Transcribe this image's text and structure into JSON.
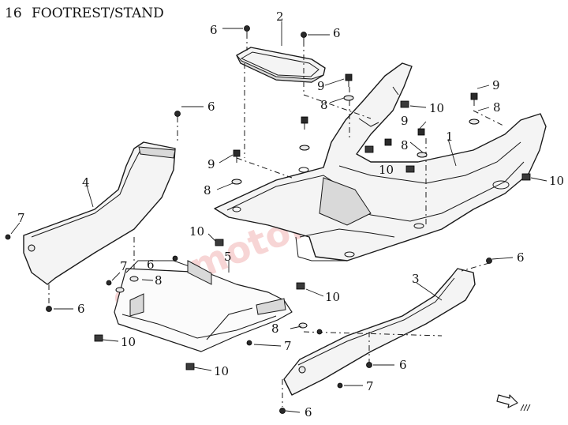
{
  "diagram": {
    "section_number": "16",
    "title": "FOOTREST/STAND",
    "watermark": "eco motor",
    "callouts": {
      "p2": "2",
      "p1": "1",
      "p3": "3",
      "p4": "4",
      "p5": "5",
      "c6a": "6",
      "c6b": "6",
      "c6c": "6",
      "c6d": "6",
      "c6e": "6",
      "c6f": "6",
      "c6g": "6",
      "c6h": "6",
      "c7a": "7",
      "c7b": "7",
      "c7c": "7",
      "c7d": "7",
      "c8a": "8",
      "c8b": "8",
      "c8c": "8",
      "c8d": "8",
      "c8e": "8",
      "c8f": "8",
      "c9a": "9",
      "c9b": "9",
      "c9c": "9",
      "c9d": "9",
      "c10a": "10",
      "c10b": "10",
      "c10c": "10",
      "c10d": "10",
      "c10e": "10",
      "c10f": "10",
      "c10g": "10"
    }
  }
}
